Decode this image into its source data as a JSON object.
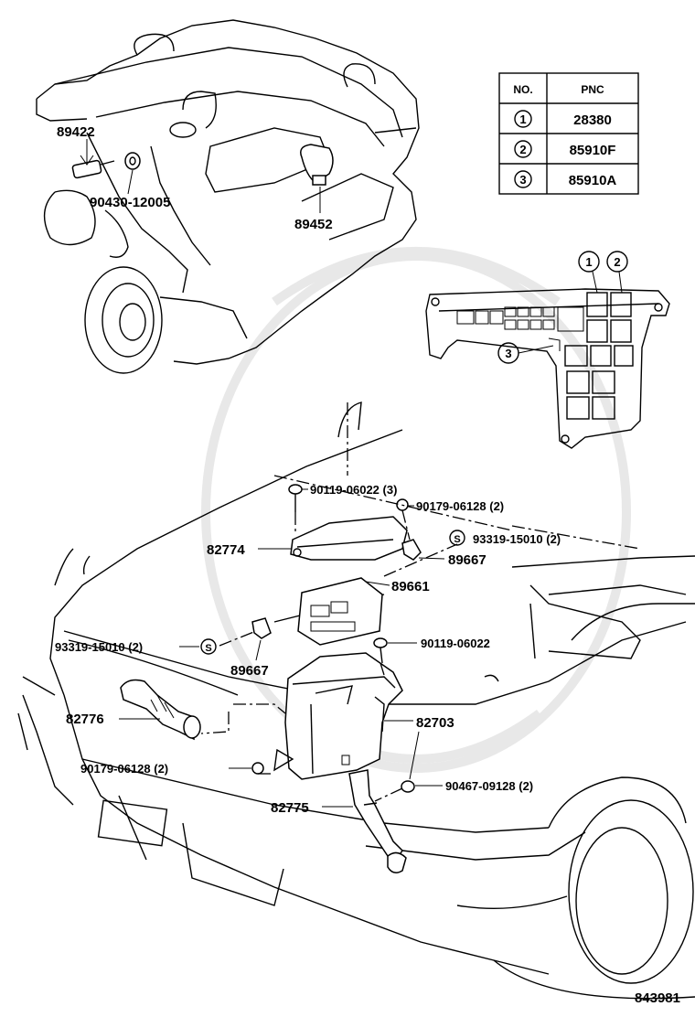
{
  "table": {
    "header_no": "NO.",
    "header_pnc": "PNC",
    "rows": [
      {
        "no": "1",
        "pnc": "28380"
      },
      {
        "no": "2",
        "pnc": "85910F"
      },
      {
        "no": "3",
        "pnc": "85910A"
      }
    ]
  },
  "callouts": {
    "c1": "1",
    "c2": "2",
    "c3": "3",
    "s1": "S",
    "s2": "S"
  },
  "labels": {
    "p89422": "89422",
    "p90430": "90430-12005",
    "p89452": "89452",
    "p90119_3": "90119-06022 (3)",
    "p90179_top": "90179-06128 (2)",
    "p93319_right": "93319-15010 (2)",
    "p82774": "82774",
    "p89667_right": "89667",
    "p89661": "89661",
    "p93319_left": "93319-15010 (2)",
    "p90119_single": "90119-06022",
    "p89667_left": "89667",
    "p82776": "82776",
    "p82703": "82703",
    "p90179_bottom": "90179-06128 (2)",
    "p90467": "90467-09128 (2)",
    "p82775": "82775"
  },
  "figure_number": "843981"
}
